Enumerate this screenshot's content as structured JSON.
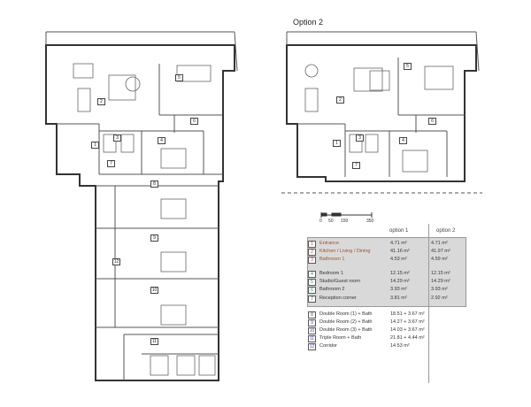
{
  "title": "Option 2",
  "scale": {
    "ticks": [
      "0",
      "50",
      "150",
      "350"
    ]
  },
  "legend": {
    "headers": [
      "option 1",
      "option 2"
    ],
    "rooms": [
      {
        "num": "1",
        "name": "Entrance",
        "opt1": "4.71 m²",
        "opt2": "4.71 m²",
        "color": "#c0392b"
      },
      {
        "num": "2",
        "name": "Kitchen / Living / Dining",
        "opt1": "41.16 m²",
        "opt2": "41.97 m²",
        "color": "#c0392b"
      },
      {
        "num": "3",
        "name": "Bathroom 1",
        "opt1": "4.53 m²",
        "opt2": "4.59 m²",
        "color": "#c0392b"
      },
      {
        "num": "4",
        "name": "Bedroom 1",
        "opt1": "12.15 m²",
        "opt2": "12.15 m²",
        "color": "#2e8b57"
      },
      {
        "num": "5",
        "name": "Studio/Guest room",
        "opt1": "14.29 m²",
        "opt2": "14.29 m²",
        "color": "#2e8b57"
      },
      {
        "num": "6",
        "name": "Bathroom 2",
        "opt1": "3.93 m²",
        "opt2": "3.93 m²",
        "color": "#2e8b57"
      },
      {
        "num": "7",
        "name": "Reception corner",
        "opt1": "3.81 m²",
        "opt2": "2.92 m²",
        "color": "#4a4aa8"
      }
    ],
    "extra": [
      {
        "num": "8",
        "name": "Double Room (1) + Bath",
        "opt1": "18.51 + 3.67 m²",
        "color": "#4a4aa8"
      },
      {
        "num": "9",
        "name": "Double Room (2) + Bath",
        "opt1": "14.27 + 3.67 m²",
        "color": "#4a4aa8"
      },
      {
        "num": "10",
        "name": "Double Room (3) + Bath",
        "opt1": "14.03 + 3.67 m²",
        "color": "#4a4aa8"
      },
      {
        "num": "11",
        "name": "Triple Room + Bath",
        "opt1": "21.81 + 4.44 m²",
        "color": "#4a4aa8"
      },
      {
        "num": "12",
        "name": "Corridor",
        "opt1": "14.53 m²",
        "color": "#4a4aa8"
      }
    ]
  },
  "plan1_tags": [
    "1",
    "2",
    "3",
    "4",
    "5",
    "6",
    "7",
    "8",
    "9",
    "10",
    "11",
    "12"
  ],
  "plan2_tags": [
    "1",
    "2",
    "3",
    "4",
    "5",
    "6",
    "7"
  ]
}
